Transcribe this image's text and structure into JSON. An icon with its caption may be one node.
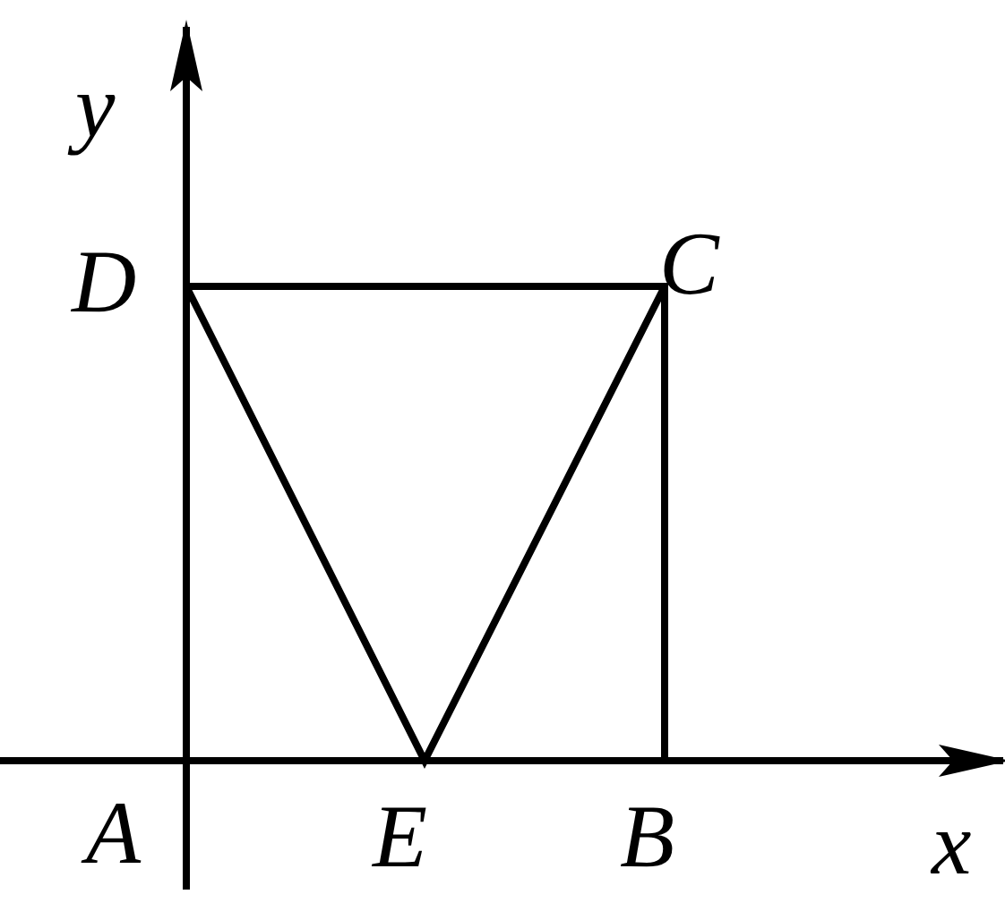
{
  "diagram": {
    "labels": [
      "y",
      "D",
      "C",
      "A",
      "E",
      "B",
      "x"
    ]
  }
}
